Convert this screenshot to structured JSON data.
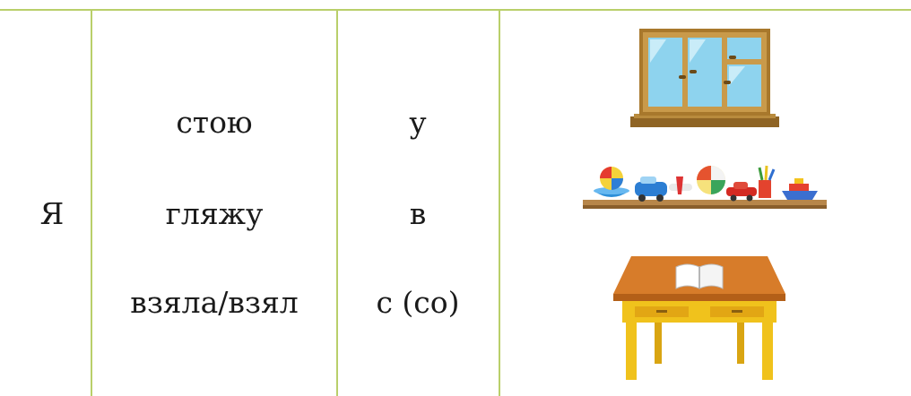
{
  "table": {
    "subject": "Я",
    "verbs": [
      "стою",
      "гляжу",
      "взяла/взял"
    ],
    "prepositions": [
      "у",
      "в",
      "с (со)"
    ],
    "pictures": [
      "window-icon",
      "toy-shelf-icon",
      "desk-with-book-icon"
    ]
  },
  "colors": {
    "border": "#b9cf6a",
    "text": "#1a1a1a",
    "window_frame": "#a8782c",
    "glass": "#8ed3ee",
    "shelf": "#b7864a",
    "table_top": "#d77c2a",
    "table_legs": "#f0c21c"
  }
}
